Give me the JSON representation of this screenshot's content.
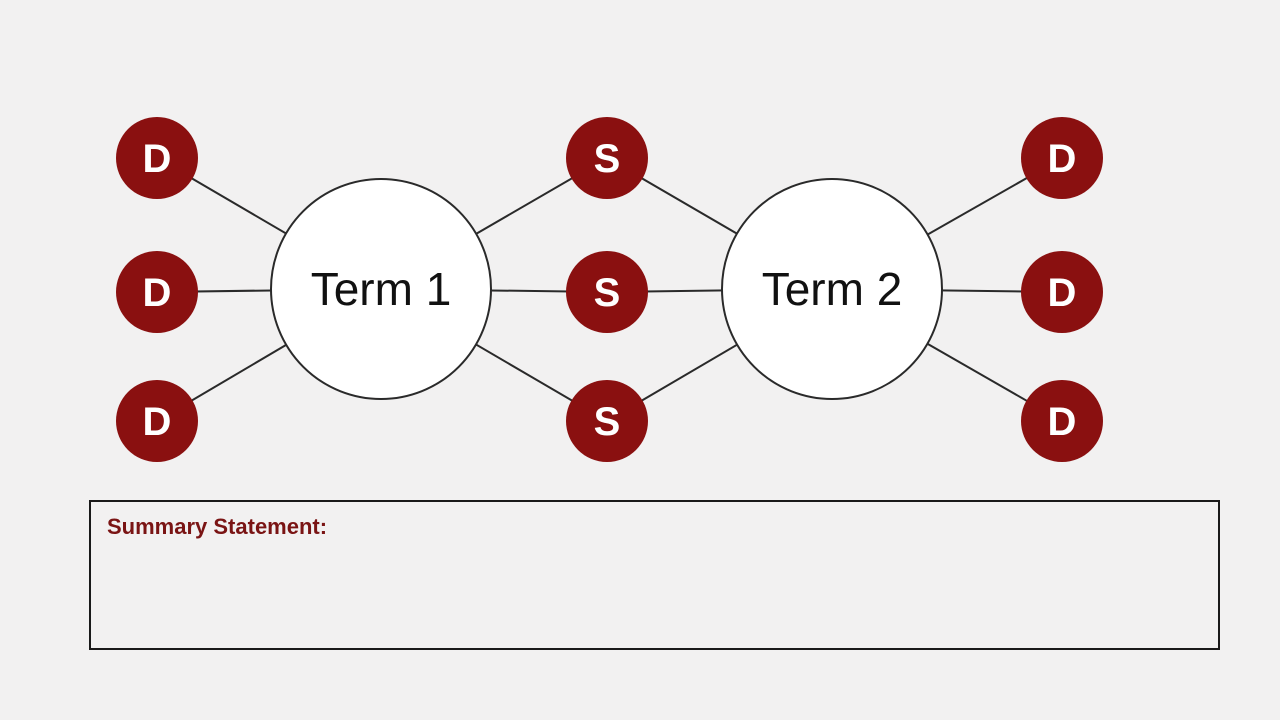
{
  "diagram": {
    "colors": {
      "leaf_fill": "#8a1010",
      "leaf_text": "#ffffff",
      "term_fill": "#ffffff",
      "line": "#2a2a2a",
      "summary_label": "#7a1414"
    },
    "terms": [
      {
        "id": "term1",
        "label": "Term 1"
      },
      {
        "id": "term2",
        "label": "Term 2"
      }
    ],
    "leaves": [
      {
        "id": "d-left-1",
        "label": "D",
        "kind": "difference"
      },
      {
        "id": "d-left-2",
        "label": "D",
        "kind": "difference"
      },
      {
        "id": "d-left-3",
        "label": "D",
        "kind": "difference"
      },
      {
        "id": "s-1",
        "label": "S",
        "kind": "similarity"
      },
      {
        "id": "s-2",
        "label": "S",
        "kind": "similarity"
      },
      {
        "id": "s-3",
        "label": "S",
        "kind": "similarity"
      },
      {
        "id": "d-right-1",
        "label": "D",
        "kind": "difference"
      },
      {
        "id": "d-right-2",
        "label": "D",
        "kind": "difference"
      },
      {
        "id": "d-right-3",
        "label": "D",
        "kind": "difference"
      }
    ],
    "edges": [
      [
        "d-left-1",
        "term1"
      ],
      [
        "d-left-2",
        "term1"
      ],
      [
        "d-left-3",
        "term1"
      ],
      [
        "s-1",
        "term1"
      ],
      [
        "s-2",
        "term1"
      ],
      [
        "s-3",
        "term1"
      ],
      [
        "s-1",
        "term2"
      ],
      [
        "s-2",
        "term2"
      ],
      [
        "s-3",
        "term2"
      ],
      [
        "d-right-1",
        "term2"
      ],
      [
        "d-right-2",
        "term2"
      ],
      [
        "d-right-3",
        "term2"
      ]
    ]
  },
  "summary": {
    "label": "Summary Statement:",
    "value": ""
  }
}
